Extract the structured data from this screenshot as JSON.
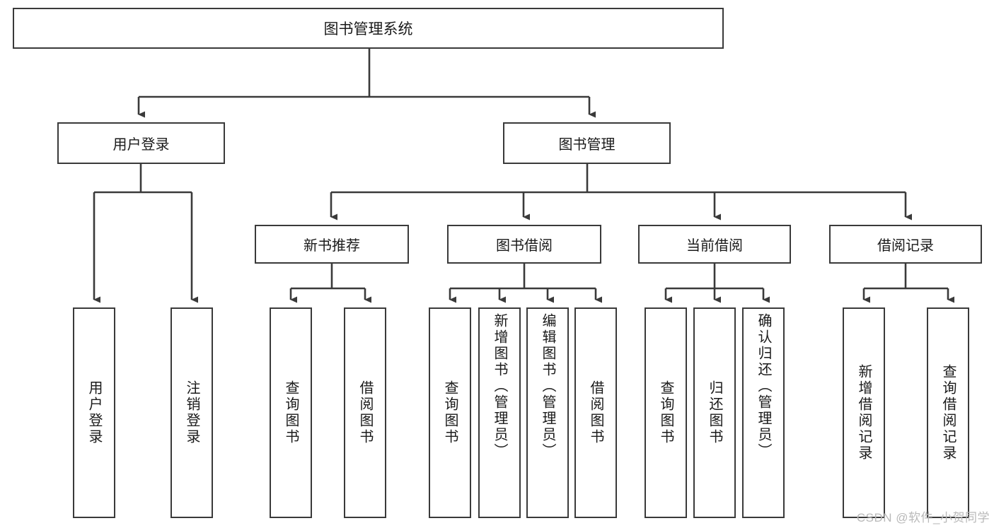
{
  "diagram": {
    "type": "tree",
    "title": "图书管理系统",
    "root": {
      "id": "root",
      "label": "图书管理系统"
    },
    "level2": [
      {
        "id": "user-login",
        "label": "用户登录"
      },
      {
        "id": "book-manage",
        "label": "图书管理"
      }
    ],
    "level3": [
      {
        "id": "new-book-recommend",
        "label": "新书推荐"
      },
      {
        "id": "book-borrow",
        "label": "图书借阅"
      },
      {
        "id": "current-borrow",
        "label": "当前借阅"
      },
      {
        "id": "borrow-record",
        "label": "借阅记录"
      }
    ],
    "leaves": {
      "user_login": [
        {
          "id": "leaf-user-login",
          "label": "用户登录"
        },
        {
          "id": "leaf-logout-login",
          "label": "注销登录"
        }
      ],
      "new_book_recommend": [
        {
          "id": "leaf-query-book-1",
          "label": "查询图书"
        },
        {
          "id": "leaf-borrow-book-1",
          "label": "借阅图书"
        }
      ],
      "book_borrow": [
        {
          "id": "leaf-query-book-2",
          "label": "查询图书"
        },
        {
          "id": "leaf-add-book",
          "label": "新增图书（管理员）"
        },
        {
          "id": "leaf-edit-book",
          "label": "编辑图书（管理员）"
        },
        {
          "id": "leaf-borrow-book-2",
          "label": "借阅图书"
        }
      ],
      "current_borrow": [
        {
          "id": "leaf-query-book-3",
          "label": "查询图书"
        },
        {
          "id": "leaf-return-book",
          "label": "归还图书"
        },
        {
          "id": "leaf-confirm-return",
          "label": "确认归还（管理员）"
        }
      ],
      "borrow_record": [
        {
          "id": "leaf-add-record",
          "label": "新增借阅记录"
        },
        {
          "id": "leaf-query-record",
          "label": "查询借阅记录"
        }
      ]
    }
  },
  "watermark": {
    "text": "CSDN @软件_小贺同学"
  },
  "colors": {
    "stroke": "#3a3a3a",
    "background": "#ffffff",
    "text": "#1a1a1a",
    "watermark": "#b9b9b9"
  }
}
